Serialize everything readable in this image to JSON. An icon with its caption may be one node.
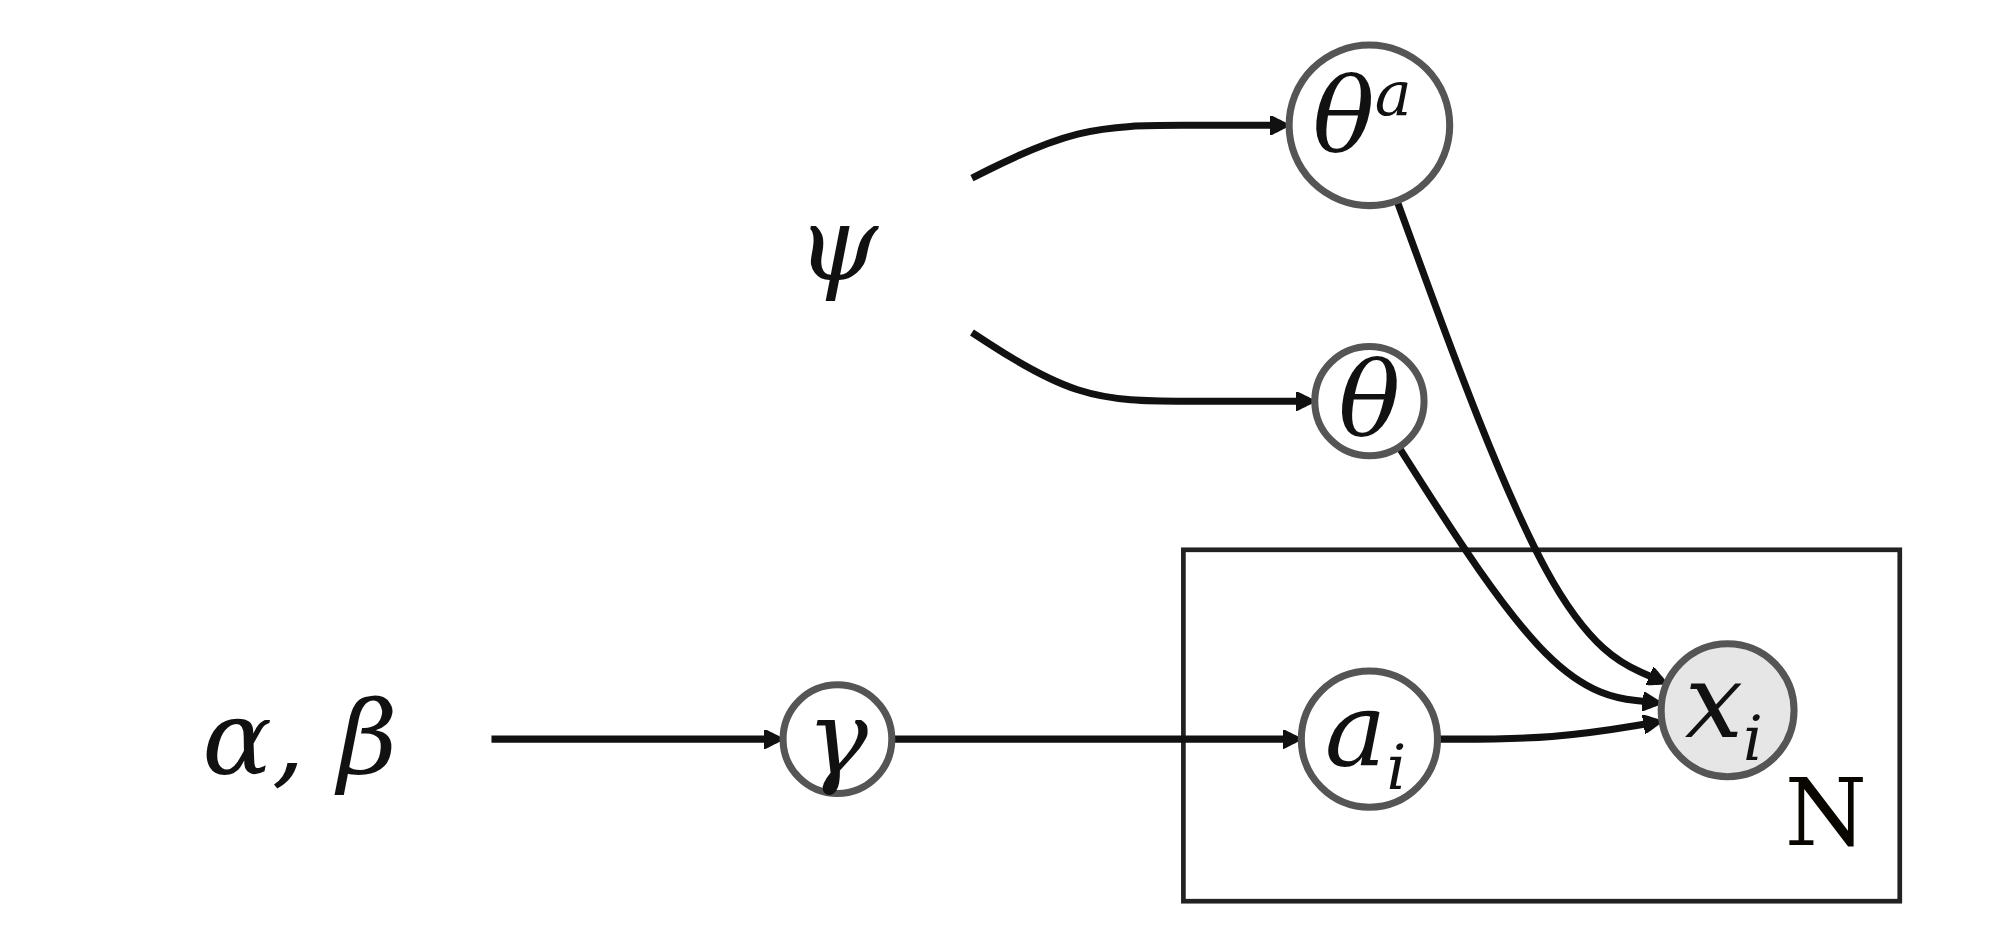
{
  "diagram": {
    "nodes": [
      {
        "text": [
          "ψ"
        ]
      },
      {
        "text": [
          "θ$^{a}$"
        ]
      },
      {
        "text": [
          "θ"
        ]
      },
      {
        "text": [
          "N"
        ]
      },
      {
        "text": [
          "x$_{i}$"
        ],
        "in": 3
      },
      {
        "text": [
          "a$_{i}$"
        ],
        "in": 3
      },
      {
        "text": [
          "γ"
        ]
      },
      {
        "text": [
          "α, β"
        ]
      }
    ],
    "edges": [
      {
        "from": 0,
        "to": 1,
        "arrow": "to"
      },
      {
        "from": 0,
        "to": 2,
        "arrow": "to"
      },
      {
        "from": 1,
        "to": 4,
        "arrow": "to"
      },
      {
        "from": 2,
        "to": 4,
        "arrow": "to"
      },
      {
        "from": 5,
        "to": 4,
        "arrow": "to"
      },
      {
        "from": 6,
        "to": 5,
        "arrow": "to"
      },
      {
        "from": 7,
        "to": 6,
        "arrow": "to"
      }
    ]
  }
}
